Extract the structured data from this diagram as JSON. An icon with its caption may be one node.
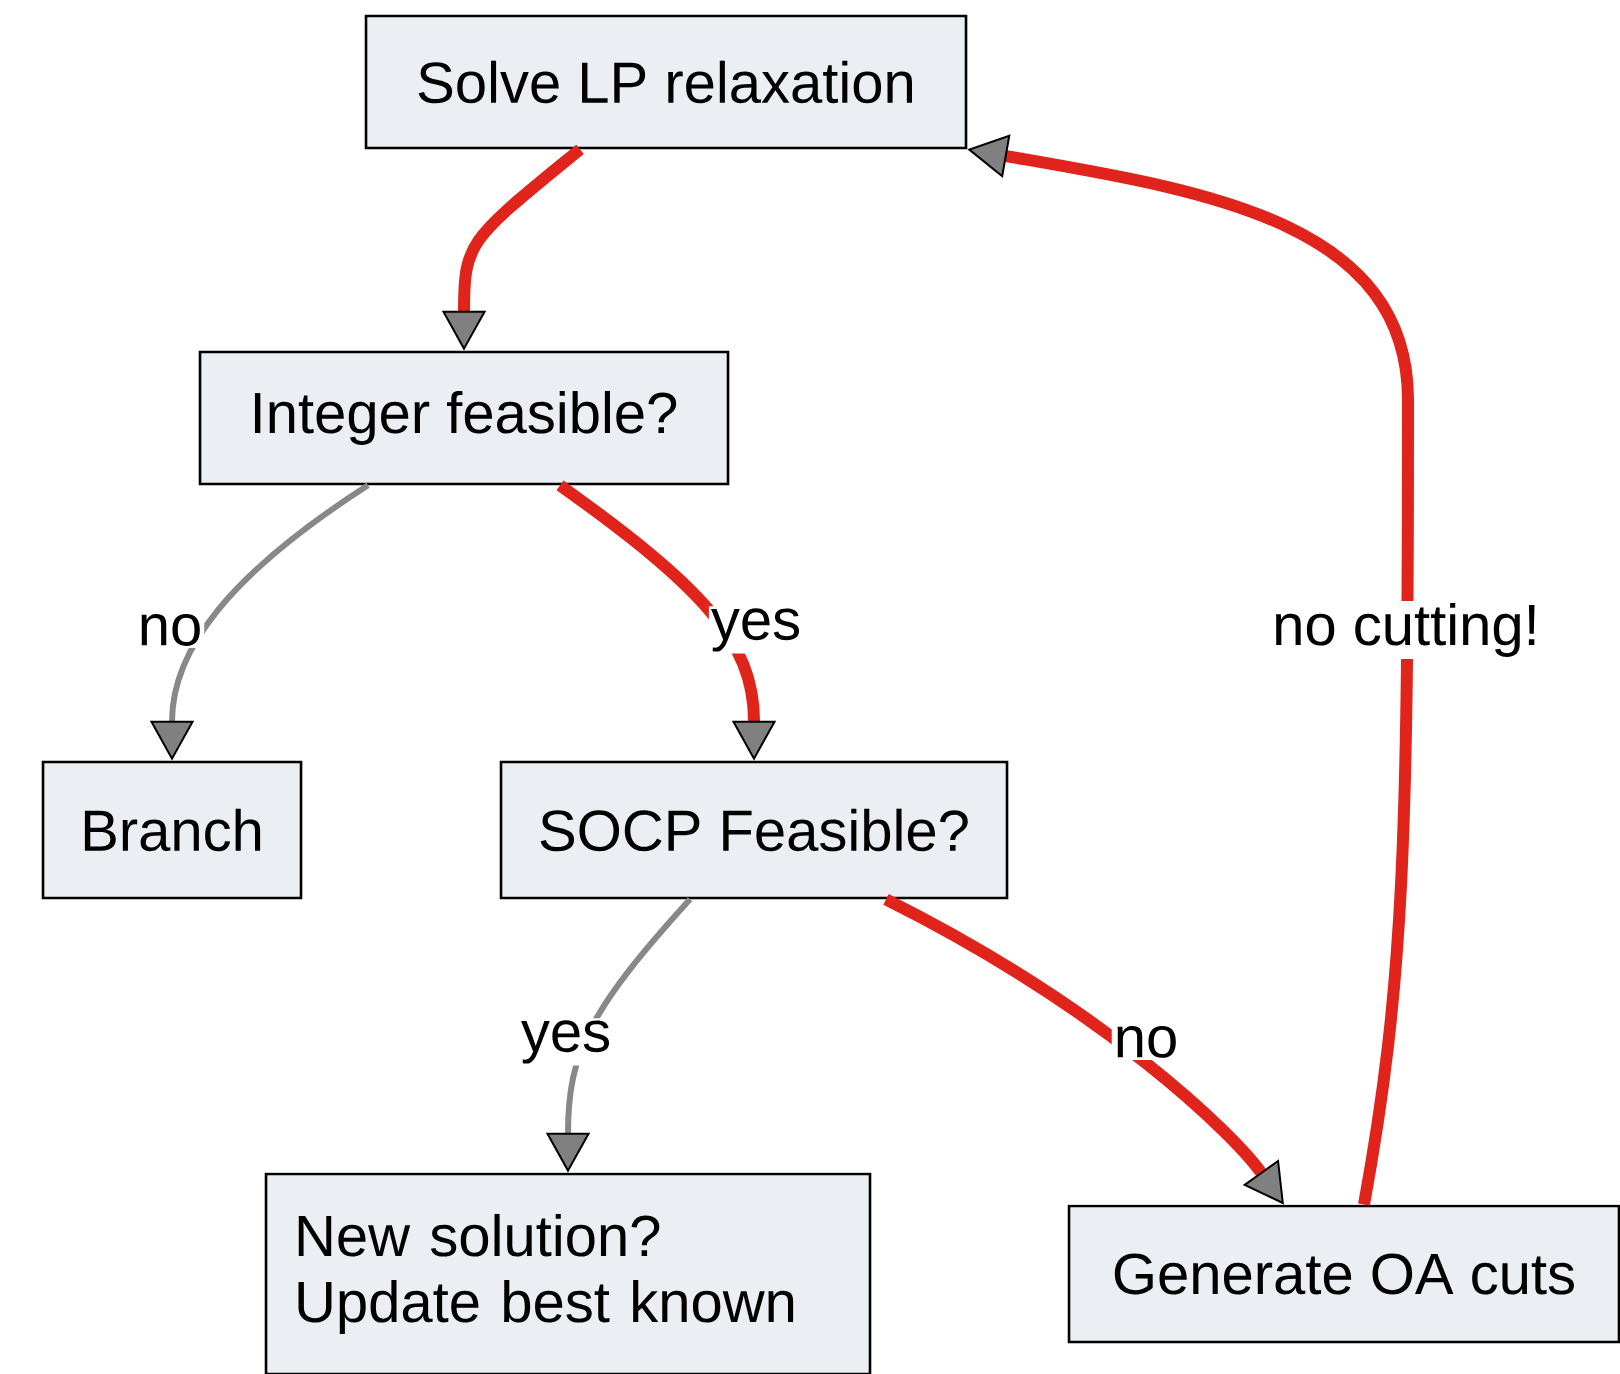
{
  "diagram": {
    "nodes": [
      {
        "text": [
          "Solve LP relaxation"
        ]
      },
      {
        "text": [
          "Integer feasible?"
        ]
      },
      {
        "text": [
          "Branch"
        ]
      },
      {
        "text": [
          "SOCP Feasible?"
        ]
      },
      {
        "text": [
          "New solution? Update best known"
        ]
      },
      {
        "text": [
          "Generate OA cuts"
        ]
      }
    ],
    "edges": [
      {
        "from": 0,
        "to": 1,
        "arrow": "to"
      },
      {
        "from": 1,
        "to": 2,
        "arrow": "to",
        "label": "no",
        "color": "#888888"
      },
      {
        "from": 1,
        "to": 3,
        "arrow": "to",
        "label": "yes"
      },
      {
        "from": 3,
        "to": 4,
        "arrow": "to",
        "label": "yes",
        "color": "#888888"
      },
      {
        "from": 3,
        "to": 5,
        "arrow": "to",
        "label": "no"
      },
      {
        "from": 5,
        "to": 0,
        "arrow": "to",
        "label": "no cutting!"
      }
    ]
  }
}
